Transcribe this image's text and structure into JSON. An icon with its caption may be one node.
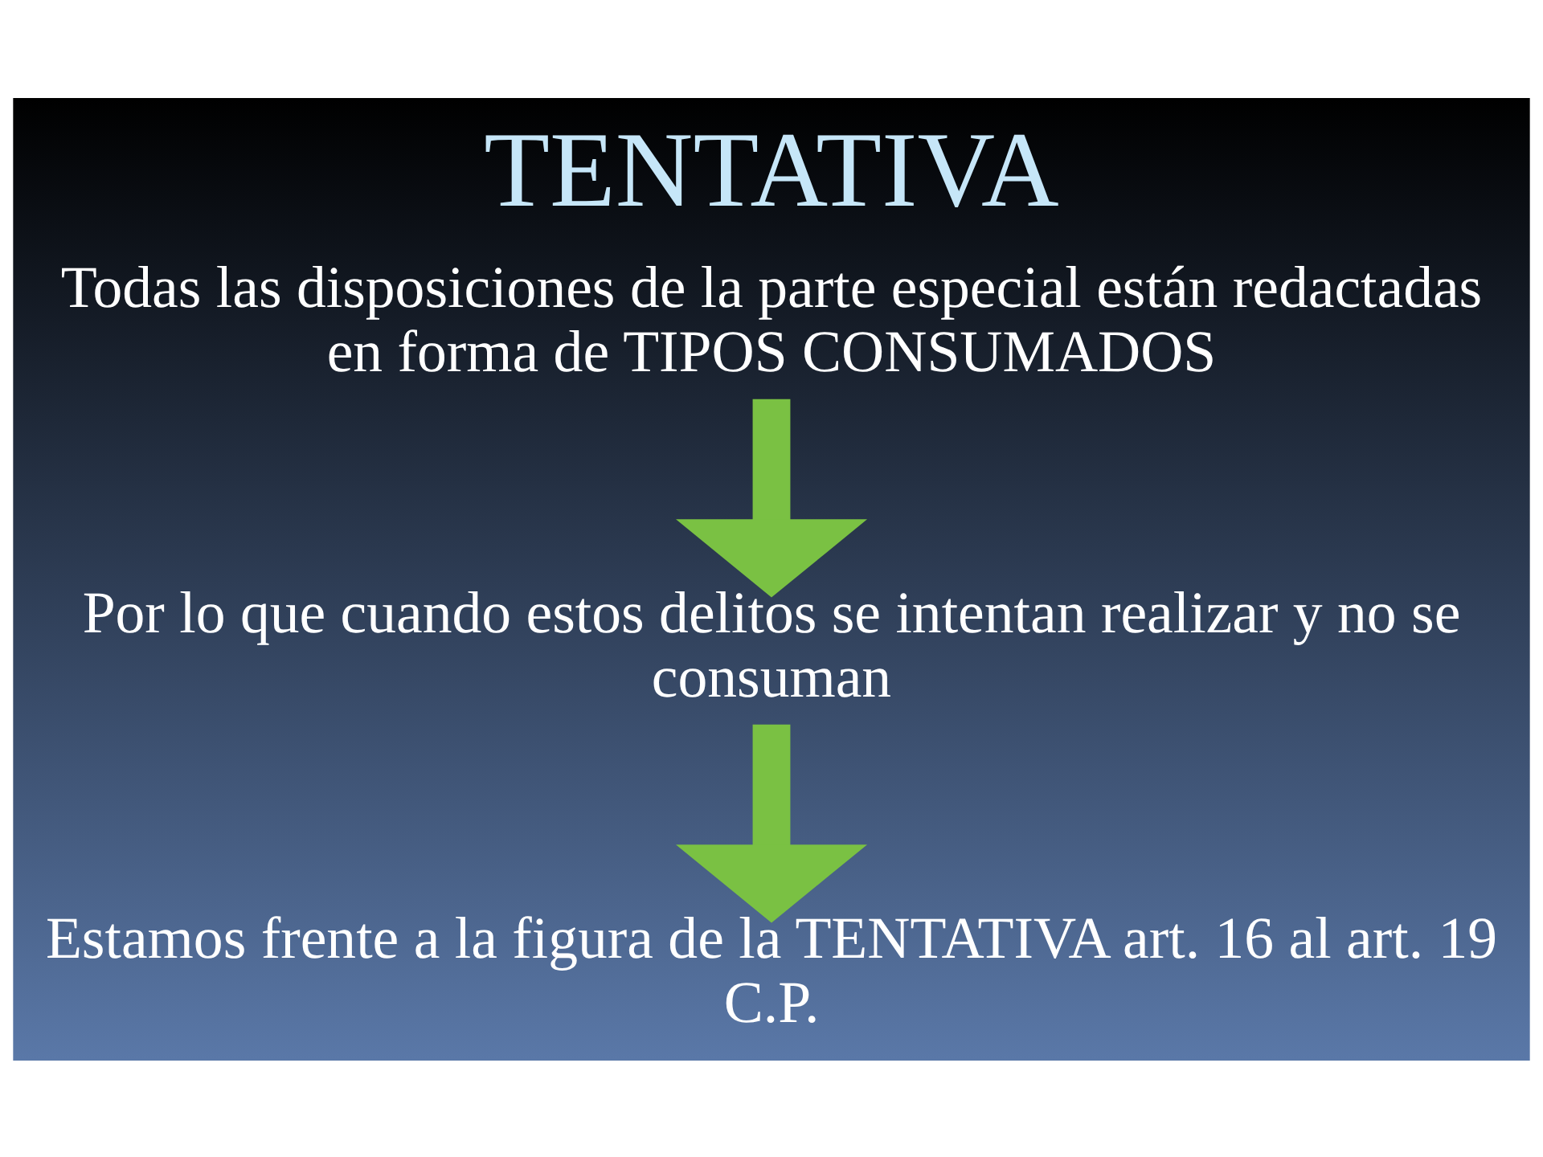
{
  "diagram": {
    "title": "TENTATIVA",
    "nodes": [
      {
        "text": [
          "Todas las disposiciones de la parte especial están redactadas en forma de TIPOS CONSUMADOS"
        ]
      },
      {
        "text": [
          "Por lo que cuando estos delitos se intentan realizar y no se consuman"
        ]
      },
      {
        "text": [
          "Estamos frente a la figura de la TENTATIVA art. 16 al art. 19 C.P."
        ]
      }
    ],
    "edges": [
      {
        "from": 0,
        "to": 1,
        "arrow": "to"
      },
      {
        "from": 1,
        "to": 2,
        "arrow": "to"
      }
    ]
  }
}
